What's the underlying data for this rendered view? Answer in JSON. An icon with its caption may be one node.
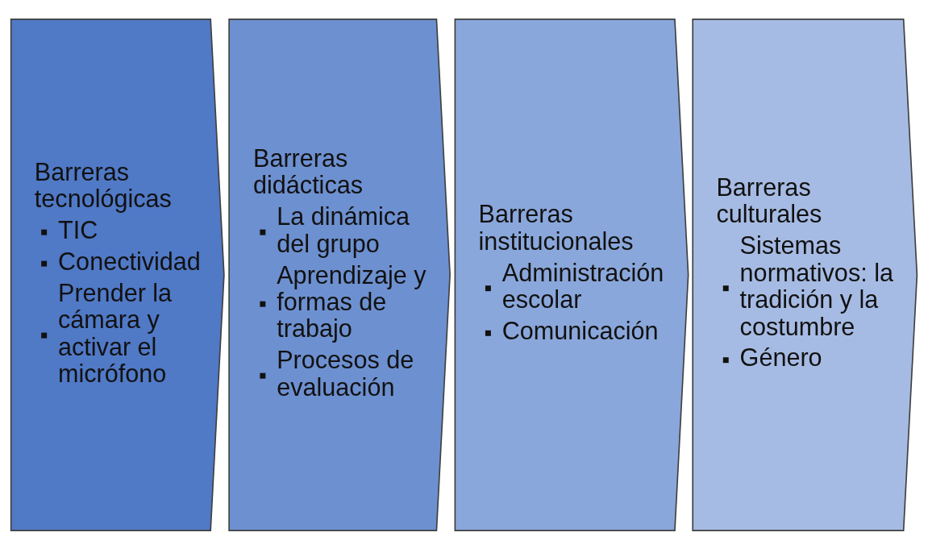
{
  "diagram": {
    "nodes": [
      {
        "text": [
          "Barreras tecnológicas",
          "TIC",
          "Conectividad",
          "Prender la cámara y activar el micrófono"
        ]
      },
      {
        "text": [
          "Barreras didácticas",
          "La dinámica del grupo",
          "Aprendizaje y formas de trabajo",
          "Procesos de evaluación"
        ]
      },
      {
        "text": [
          "Barreras institucionales",
          "Administración escolar",
          "Comunicación"
        ]
      },
      {
        "text": [
          "Barreras culturales",
          "Sistemas normativos: la tradición y la costumbre",
          "Género"
        ]
      }
    ]
  }
}
